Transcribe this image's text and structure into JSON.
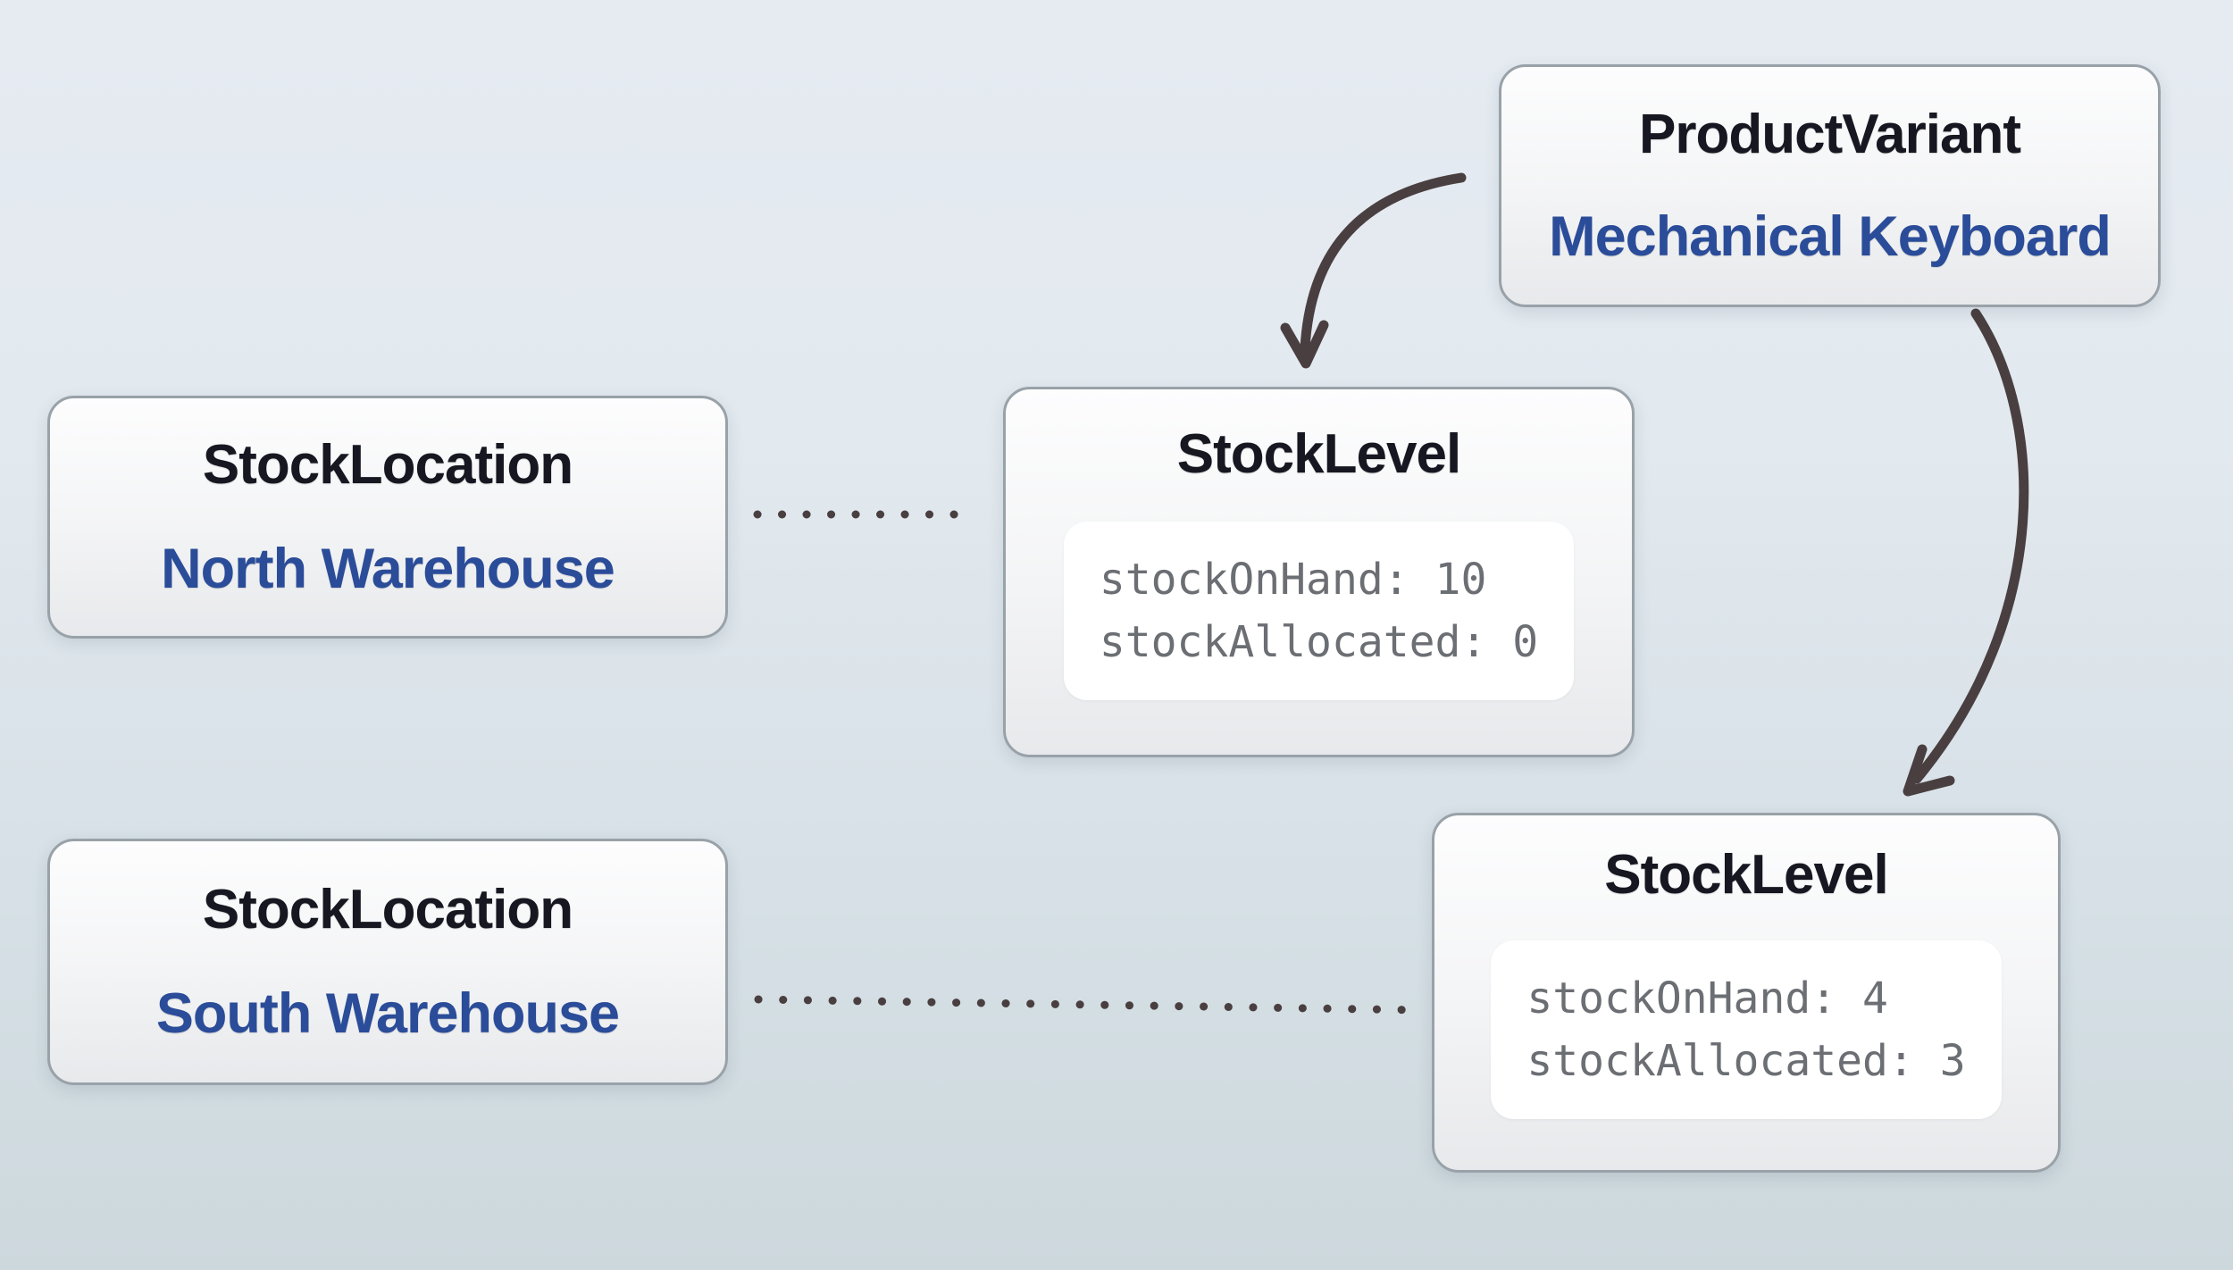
{
  "palette": {
    "background_top": "#e6ebf2",
    "background_bottom": "#cdd8dd",
    "node_fill_top": "#fdfdfe",
    "node_fill_bottom": "#e8e9ec",
    "node_border": "#98a2a8",
    "title_color": "#171721",
    "subtitle_color": "#2a4c99",
    "code_color": "#6b6e73",
    "connector": "#4a3f40"
  },
  "nodes": {
    "product_variant": {
      "title": "ProductVariant",
      "subtitle": "Mechanical Keyboard"
    },
    "stock_location_north": {
      "title": "StockLocation",
      "subtitle": "North Warehouse"
    },
    "stock_location_south": {
      "title": "StockLocation",
      "subtitle": "South Warehouse"
    },
    "stock_level_north": {
      "title": "StockLevel",
      "fields": [
        "stockOnHand: 10",
        "stockAllocated: 0"
      ]
    },
    "stock_level_south": {
      "title": "StockLevel",
      "fields": [
        "stockOnHand: 4",
        "stockAllocated: 3"
      ]
    }
  },
  "edges": [
    {
      "from": "ProductVariant",
      "to": "StockLevel (north)",
      "style": "curved solid arrow"
    },
    {
      "from": "ProductVariant",
      "to": "StockLevel (south)",
      "style": "curved solid arrow"
    },
    {
      "from": "StockLocation North Warehouse",
      "to": "StockLevel (north)",
      "style": "dotted line"
    },
    {
      "from": "StockLocation South Warehouse",
      "to": "StockLevel (south)",
      "style": "dotted line"
    }
  ]
}
